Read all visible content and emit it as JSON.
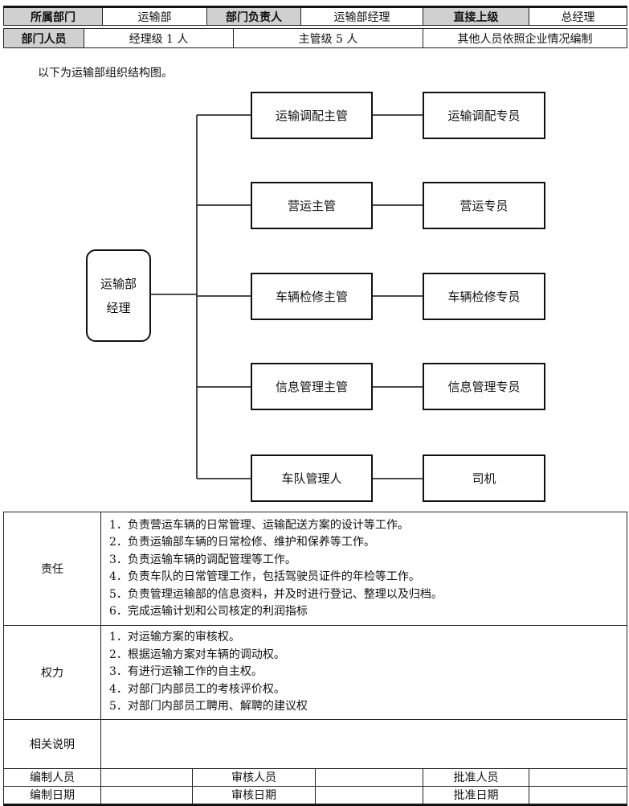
{
  "header": {
    "row1": {
      "dept_label": "所属部门",
      "dept_value": "运输部",
      "head_label": "部门负责人",
      "head_value": "运输部经理",
      "superior_label": "直接上级",
      "superior_value": "总经理"
    },
    "row2": {
      "staff_label": "部门人员",
      "managers": "经理级 1 人",
      "supervisors": "主管级 5 人",
      "others": "其他人员依照企业情况编制"
    }
  },
  "intro": "以下为运输部组织结构图。",
  "org": {
    "root_line1": "运输部",
    "root_line2": "经理",
    "rows": [
      {
        "supervisor": "运输调配主管",
        "staff": "运输调配专员"
      },
      {
        "supervisor": "营运主管",
        "staff": "营运专员"
      },
      {
        "supervisor": "车辆检修主管",
        "staff": "车辆检修专员"
      },
      {
        "supervisor": "信息管理主管",
        "staff": "信息管理专员"
      },
      {
        "supervisor": "车队管理人",
        "staff": "司机"
      }
    ]
  },
  "responsibilities": {
    "label": "责任",
    "items": [
      "1．负责营运车辆的日常管理、运输配送方案的设计等工作。",
      "2．负责运输部车辆的日常检修、维护和保养等工作。",
      "3．负责运输车辆的调配管理等工作。",
      "4．负责车队的日常管理工作，包括驾驶员证件的年检等工作。",
      "5．负责管理运输部的信息资料，并及时进行登记、整理以及归档。",
      "6．完成运输计划和公司核定的利润指标"
    ]
  },
  "authority": {
    "label": "权力",
    "items": [
      "1．对运输方案的审核权。",
      "2．根据运输方案对车辆的调动权。",
      "3．有进行运输工作的自主权。",
      "4．对部门内部员工的考核评价权。",
      "5．对部门内部员工聘用、解聘的建议权"
    ]
  },
  "notes": {
    "label": "相关说明",
    "value": ""
  },
  "footer": {
    "prepared_by": "编制人员",
    "reviewed_by": "审核人员",
    "approved_by": "批准人员",
    "prepared_date": "编制日期",
    "reviewed_date": "审核日期",
    "approved_date": "批准日期"
  }
}
